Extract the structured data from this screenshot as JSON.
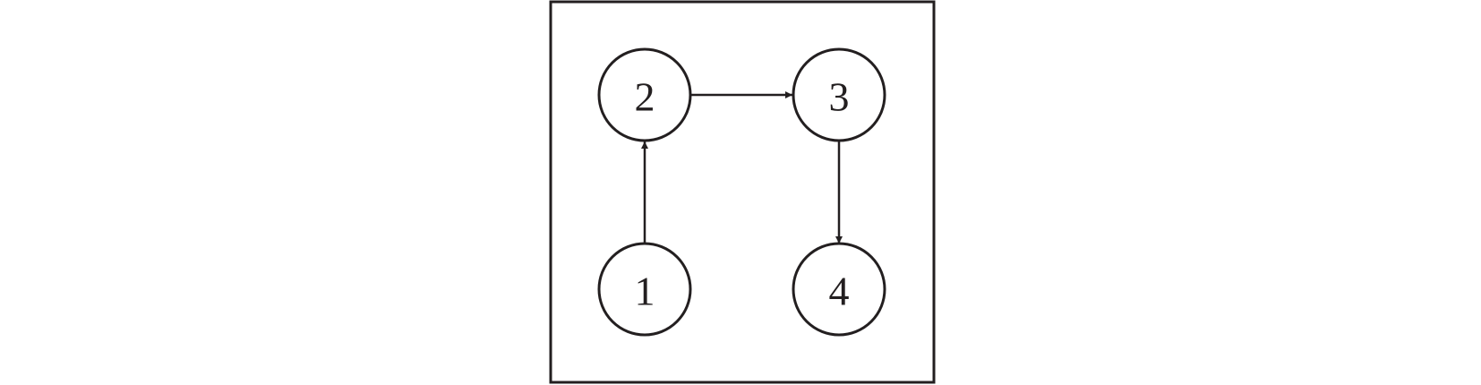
{
  "nodes": [
    {
      "label": "1"
    },
    {
      "label": "2"
    },
    {
      "label": "3"
    },
    {
      "label": "4"
    }
  ],
  "edges": [
    {
      "from": "1",
      "to": "2"
    },
    {
      "from": "2",
      "to": "3"
    },
    {
      "from": "3",
      "to": "4"
    }
  ],
  "colors": {
    "stroke": "#231f20",
    "background": "#ffffff"
  }
}
